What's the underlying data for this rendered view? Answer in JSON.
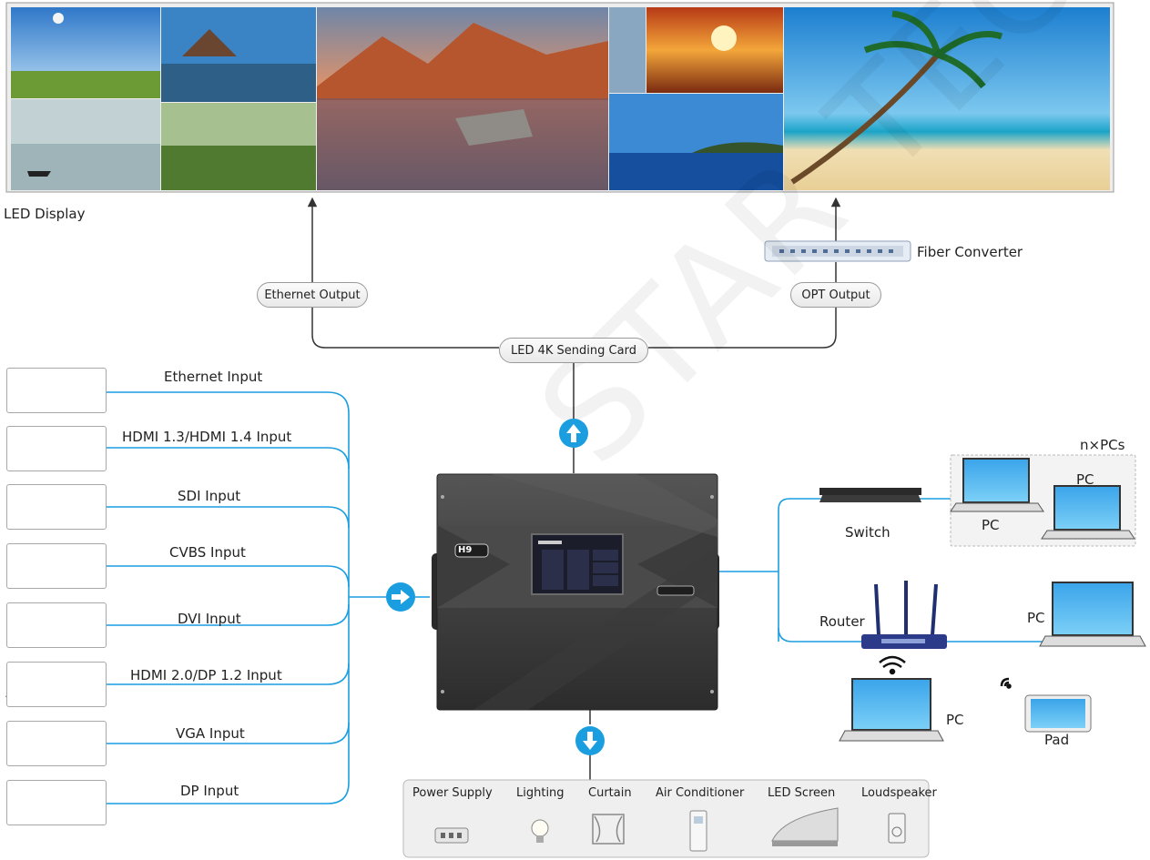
{
  "led_display": {
    "label": "LED Display"
  },
  "fiber_converter": {
    "label": "Fiber Converter"
  },
  "outputs": {
    "ethernet": "Ethernet Output",
    "opt": "OPT Output",
    "sending_card": "LED 4K Sending Card"
  },
  "inputs": [
    {
      "label": "Ethernet Input"
    },
    {
      "label": "HDMI 1.3/HDMI 1.4  Input"
    },
    {
      "label": "SDI Input"
    },
    {
      "label": "CVBS Input"
    },
    {
      "label": "DVI Input"
    },
    {
      "label": "HDMI 2.0/DP 1.2 Input"
    },
    {
      "label": "VGA Input"
    },
    {
      "label": "DP Input"
    }
  ],
  "processor": {
    "model": "H9"
  },
  "network": {
    "switch": "Switch",
    "router": "Router",
    "npcs": "n×PCs",
    "pc": "PC",
    "pad": "Pad"
  },
  "control": {
    "items": [
      {
        "label": "Power Supply",
        "icon": "power-supply-icon"
      },
      {
        "label": "Lighting",
        "icon": "bulb-icon"
      },
      {
        "label": "Curtain",
        "icon": "curtain-icon"
      },
      {
        "label": "Air Conditioner",
        "icon": "air-conditioner-icon"
      },
      {
        "label": "LED Screen",
        "icon": "led-screen-icon"
      },
      {
        "label": "Loudspeaker",
        "icon": "speaker-icon"
      }
    ]
  },
  "watermark": "STAR TECH CO., LTD",
  "colors": {
    "line_blue": "#1b9ee0",
    "line_dark": "#333333"
  }
}
